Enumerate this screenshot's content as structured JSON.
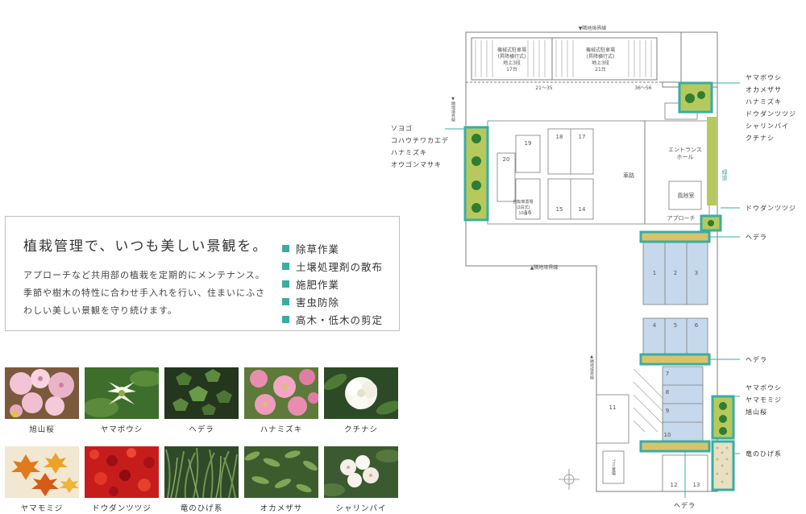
{
  "info": {
    "title": "植栽管理で、いつも美しい景観を。",
    "description": "アプローチなど共用部の植栽を定期的にメンテナンス。季節や樹木の特性に合わせ手入れを行い、住まいにふさわしい美しい景観を守り続けます。",
    "tasks": [
      "除草作業",
      "土壌処理剤の散布",
      "施肥作業",
      "害虫防除",
      "高木・低木の剪定"
    ]
  },
  "photos": [
    {
      "caption": "旭山桜"
    },
    {
      "caption": "ヤマボウシ"
    },
    {
      "caption": "ヘデラ"
    },
    {
      "caption": "ハナミズキ"
    },
    {
      "caption": "クチナシ"
    },
    {
      "caption": "ヤマモミジ"
    },
    {
      "caption": "ドウダンツツジ"
    },
    {
      "caption": "竜のひげ系"
    },
    {
      "caption": "オカメザサ"
    },
    {
      "caption": "シャリンバイ"
    }
  ],
  "plan": {
    "callouts": {
      "left_top": [
        "ソヨゴ",
        "コハウチワカエデ",
        "ハナミズキ",
        "オウゴンマサキ"
      ],
      "right_top": [
        "ヤマボウシ",
        "オカメザサ",
        "ハナミズキ",
        "ドウダンツツジ",
        "シャリンバイ",
        "クチナシ"
      ],
      "right_mid1": "ドウダンツツジ",
      "right_mid2": "ヘデラ",
      "right_mid3": "ヘデラ",
      "right_bottom": [
        "ヤマボウシ",
        "ヤマモミジ",
        "旭山桜"
      ],
      "right_bottom2": "竜のひげ系",
      "bottom": "ヘデラ"
    },
    "labels": {
      "parking_a": "機械式駐車場",
      "parking_a_sub": "(昇降横行式)",
      "parking_a_sub2": "地上3段",
      "parking_a_count": "17台",
      "parking_b": "機械式駐車場",
      "parking_b_sub": "(昇降横行式)",
      "parking_b_sub2": "地上3段",
      "parking_b_count": "21台",
      "roadway": "車路",
      "entrance": "エントランス",
      "entrance2": "ホール",
      "approach": "アプローチ",
      "wind_room": "風除室",
      "green": "緑道",
      "bike": "自転車置場",
      "bike_sub": "(2段式)",
      "bike_count": "10台",
      "trash": "ゴミ置場",
      "boundary_north": "▼隣地境界線",
      "boundary_mid": "▲隣地境界線",
      "boundary_left": "▼隣地境界線",
      "boundary_right": "▲隣地境界線",
      "dim1": "21〜35",
      "dim2": "36〜56",
      "slots": [
        "1",
        "2",
        "3",
        "4",
        "5",
        "6",
        "7",
        "8",
        "9",
        "10",
        "11",
        "12",
        "13",
        "14",
        "15",
        "16",
        "17",
        "18",
        "19",
        "20"
      ]
    }
  },
  "colors": {
    "accent": "#3aada3",
    "green_area": "#b7c95c",
    "blue_area": "#c5d8ec",
    "line": "#7d7d7d"
  }
}
